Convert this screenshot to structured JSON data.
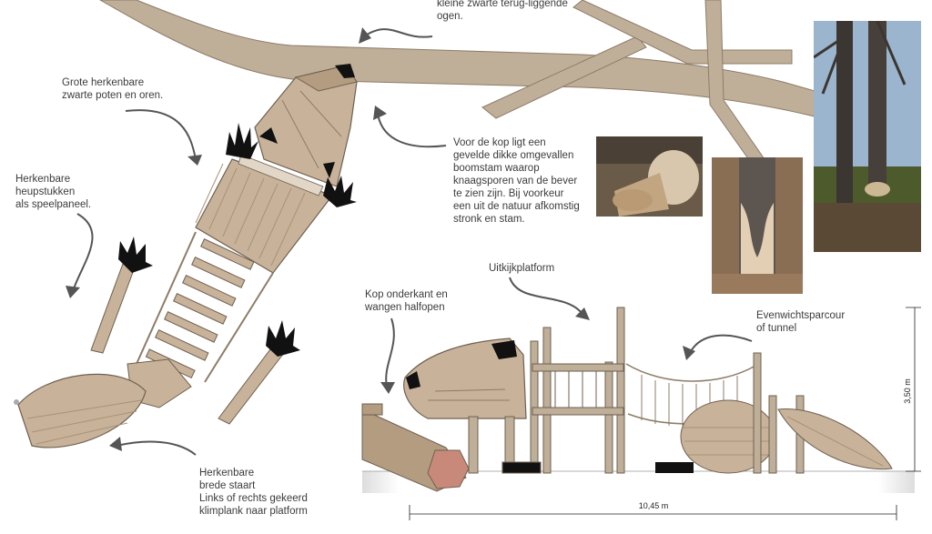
{
  "labels": {
    "eyes": "kleine zwarte terug-liggende\nogen.",
    "paws_ears": "Grote herkenbare\nzwarte poten en oren.",
    "hips": "Herkenbare\nheupstukken\nals speelpaneel.",
    "trunk": "Voor de kop ligt een\ngevelde dikke omgevallen\nboomstam  waarop\nknaagsporen van de bever\nte zien zijn. Bij voorkeur\neen uit de natuur afkomstig\nstronk en stam.",
    "lookout": "Uitkijkplatform",
    "head": "Kop onderkant en\nwangen halfopen",
    "balance": "Evenwichtsparcour\nof tunnel",
    "tail": "Herkenbare\nbrede staart\nLinks of rechts gekeerd\nklimplank naar platform"
  },
  "dimensions": {
    "height": "3,50 m",
    "width": "10,45 m"
  },
  "colors": {
    "wood": "#c8b39a",
    "wood_dark": "#a89276",
    "branch": "#bfae98",
    "paw": "#111111"
  }
}
